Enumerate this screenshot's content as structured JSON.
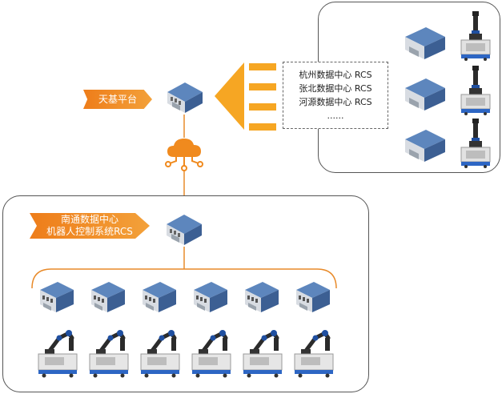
{
  "platform": {
    "label": "天基平台"
  },
  "datacenter_list": {
    "items": [
      "杭州数据中心 RCS",
      "张北数据中心 RCS",
      "河源数据中心 RCS",
      "......"
    ]
  },
  "local_center": {
    "label_line1": "南通数据中心",
    "label_line2": "机器人控制系统RCS"
  },
  "icons": {
    "server": "server-building-icon",
    "cloud": "cloud-network-icon",
    "robot": "robot-arm-agv-icon"
  },
  "colors": {
    "accent": "#f08a1e",
    "bar": "#f6a623",
    "connector": "#e88a2a",
    "server_blue": "#4a6fa5"
  }
}
